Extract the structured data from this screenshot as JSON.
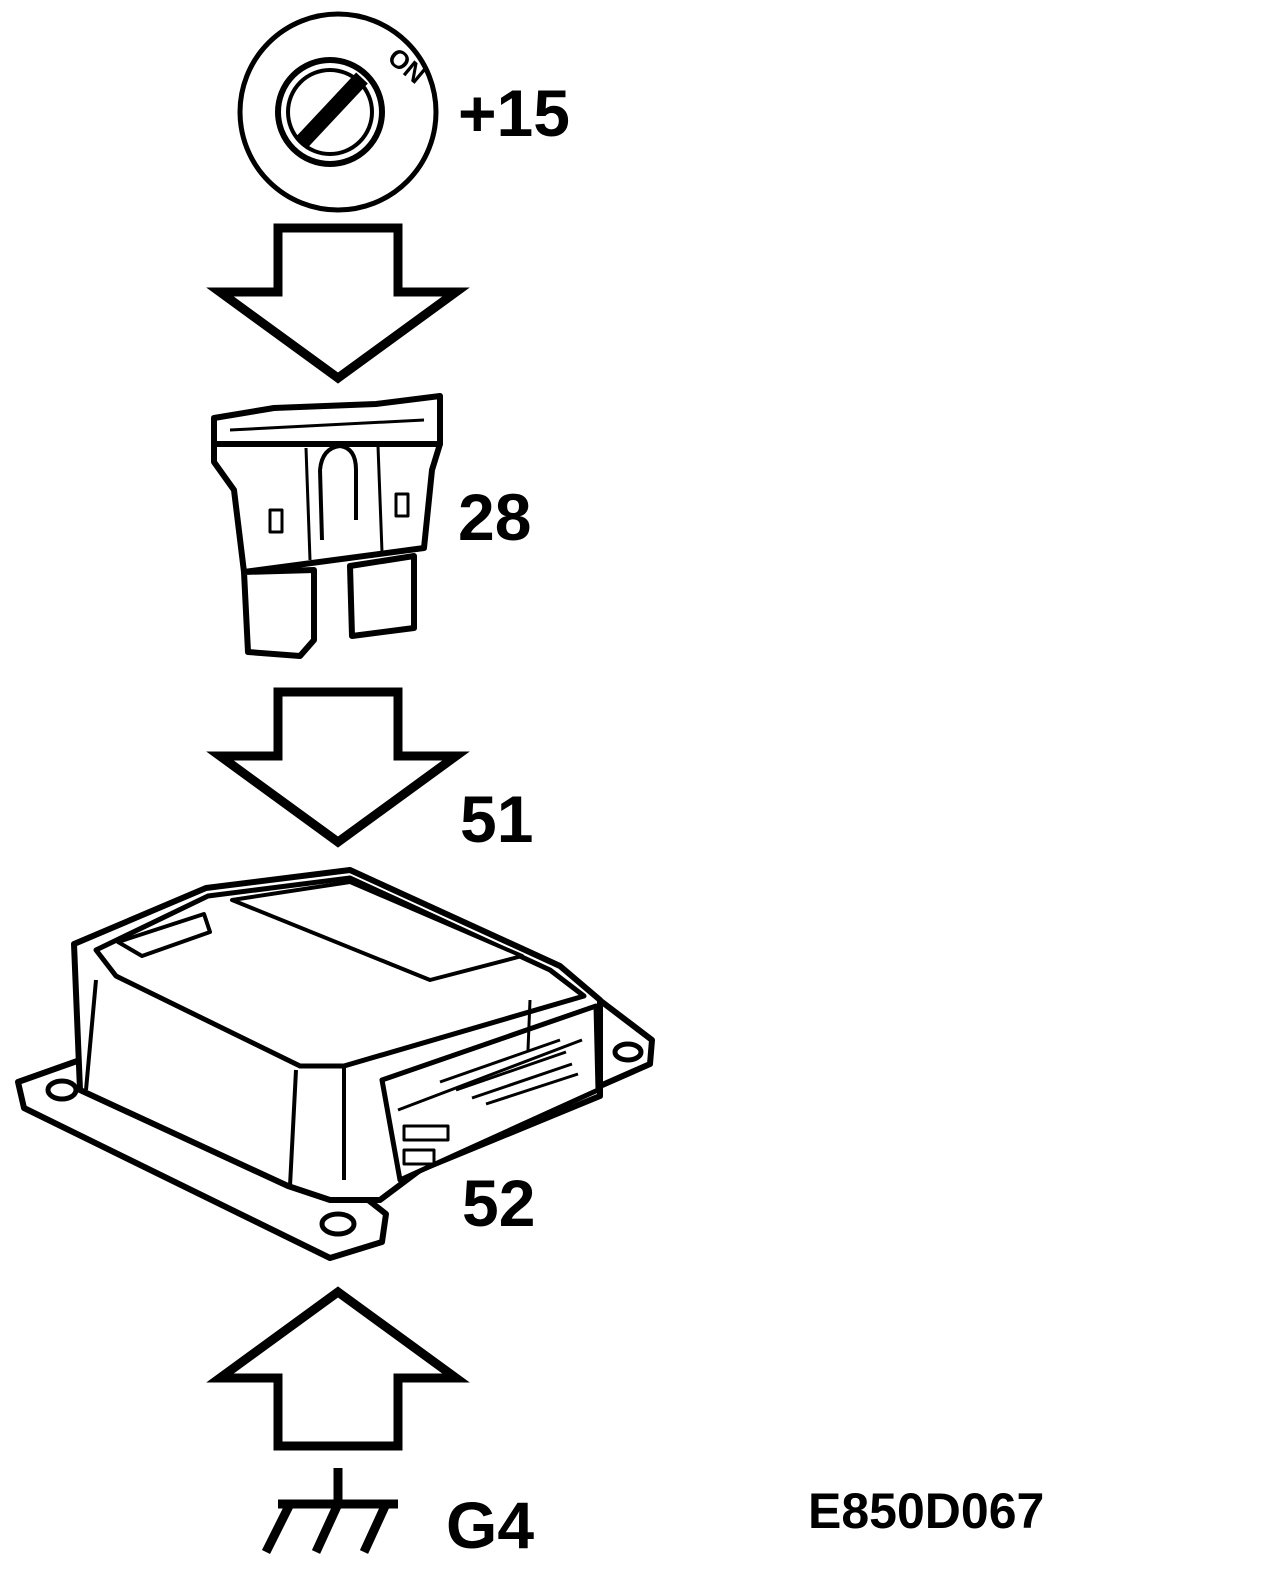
{
  "ignition": {
    "on_text": "ON",
    "label": "+15"
  },
  "fuse": {
    "label": "28"
  },
  "control_unit": {
    "pin_in_label": "51",
    "pin_gnd_label": "52"
  },
  "ground": {
    "label": "G4"
  },
  "figure_code": "E850D067",
  "colors": {
    "ink": "#000000",
    "paper": "#ffffff"
  },
  "icons": [
    "ignition-switch-icon",
    "fuse-icon",
    "airbag-control-unit-icon",
    "ground-symbol-icon",
    "arrow-down-icon",
    "arrow-up-icon"
  ]
}
